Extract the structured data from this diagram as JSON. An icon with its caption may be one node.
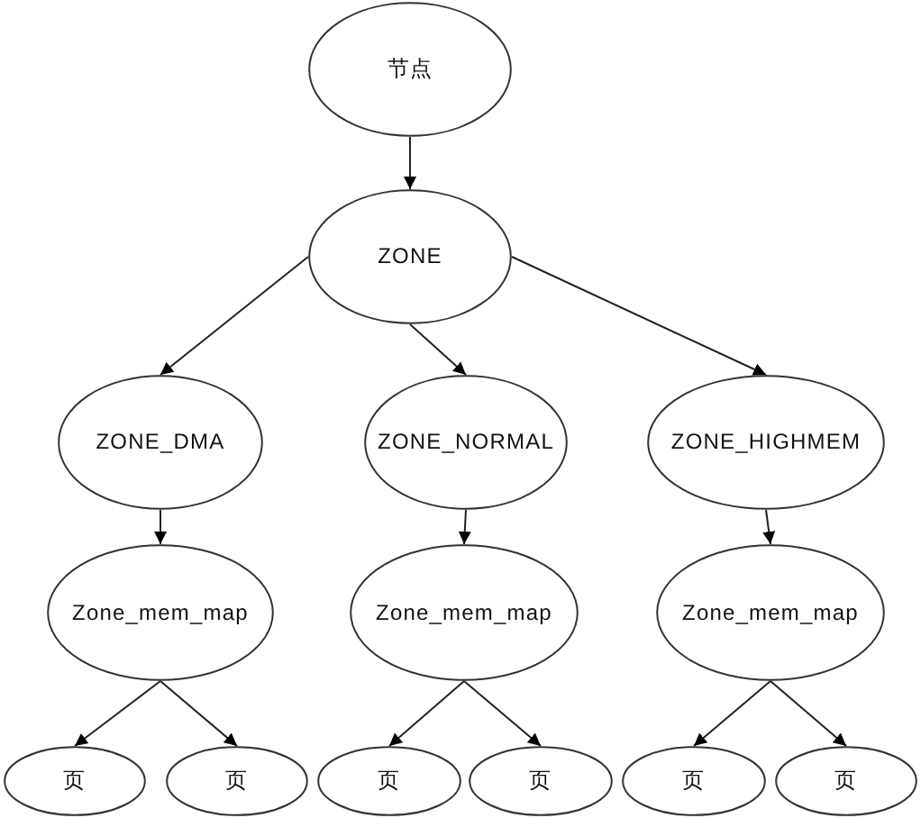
{
  "diagram": {
    "nodes": [
      {
        "text": [
          "节点"
        ]
      },
      {
        "text": [
          "ZONE"
        ]
      },
      {
        "text": [
          "ZONE_DMA"
        ]
      },
      {
        "text": [
          "ZONE_NORMAL"
        ]
      },
      {
        "text": [
          "ZONE_HIGHMEM"
        ]
      },
      {
        "text": [
          "Zone_mem_map"
        ]
      },
      {
        "text": [
          "Zone_mem_map"
        ]
      },
      {
        "text": [
          "Zone_mem_map"
        ]
      },
      {
        "text": [
          "页"
        ]
      },
      {
        "text": [
          "页"
        ]
      },
      {
        "text": [
          "页"
        ]
      },
      {
        "text": [
          "页"
        ]
      },
      {
        "text": [
          "页"
        ]
      },
      {
        "text": [
          "页"
        ]
      }
    ],
    "edges": [
      {
        "from": 0,
        "to": 1,
        "arrow": "to"
      },
      {
        "from": 1,
        "to": 2,
        "arrow": "to"
      },
      {
        "from": 1,
        "to": 3,
        "arrow": "to"
      },
      {
        "from": 1,
        "to": 4,
        "arrow": "to"
      },
      {
        "from": 2,
        "to": 5,
        "arrow": "to"
      },
      {
        "from": 3,
        "to": 6,
        "arrow": "to"
      },
      {
        "from": 4,
        "to": 7,
        "arrow": "to"
      },
      {
        "from": 5,
        "to": 8,
        "arrow": "to"
      },
      {
        "from": 5,
        "to": 9,
        "arrow": "to"
      },
      {
        "from": 6,
        "to": 10,
        "arrow": "to"
      },
      {
        "from": 6,
        "to": 11,
        "arrow": "to"
      },
      {
        "from": 7,
        "to": 12,
        "arrow": "to"
      },
      {
        "from": 7,
        "to": 13,
        "arrow": "to"
      }
    ]
  }
}
